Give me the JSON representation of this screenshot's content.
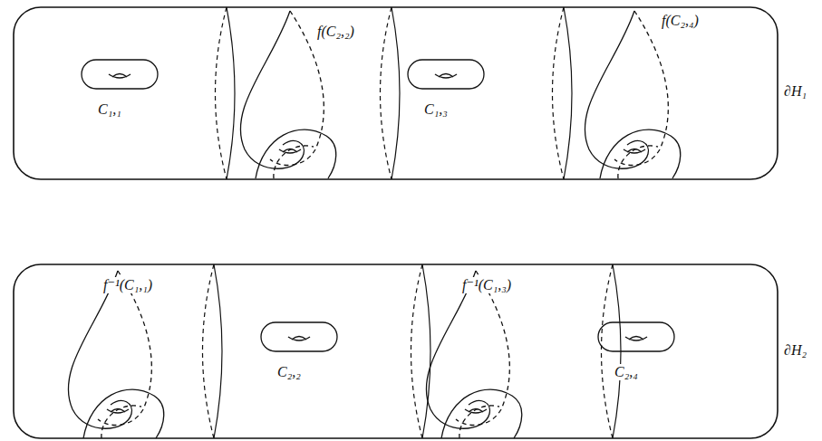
{
  "diagram": {
    "labels": [
      "C₁,₁",
      "f(C₂,₂)",
      "C₁,₃",
      "f(C₂,₄)",
      "∂H₁",
      "f⁻¹(C₁,₁)",
      "C₂,₂",
      "f⁻¹(C₁,₃)",
      "C₂,₄",
      "∂H₂"
    ]
  }
}
